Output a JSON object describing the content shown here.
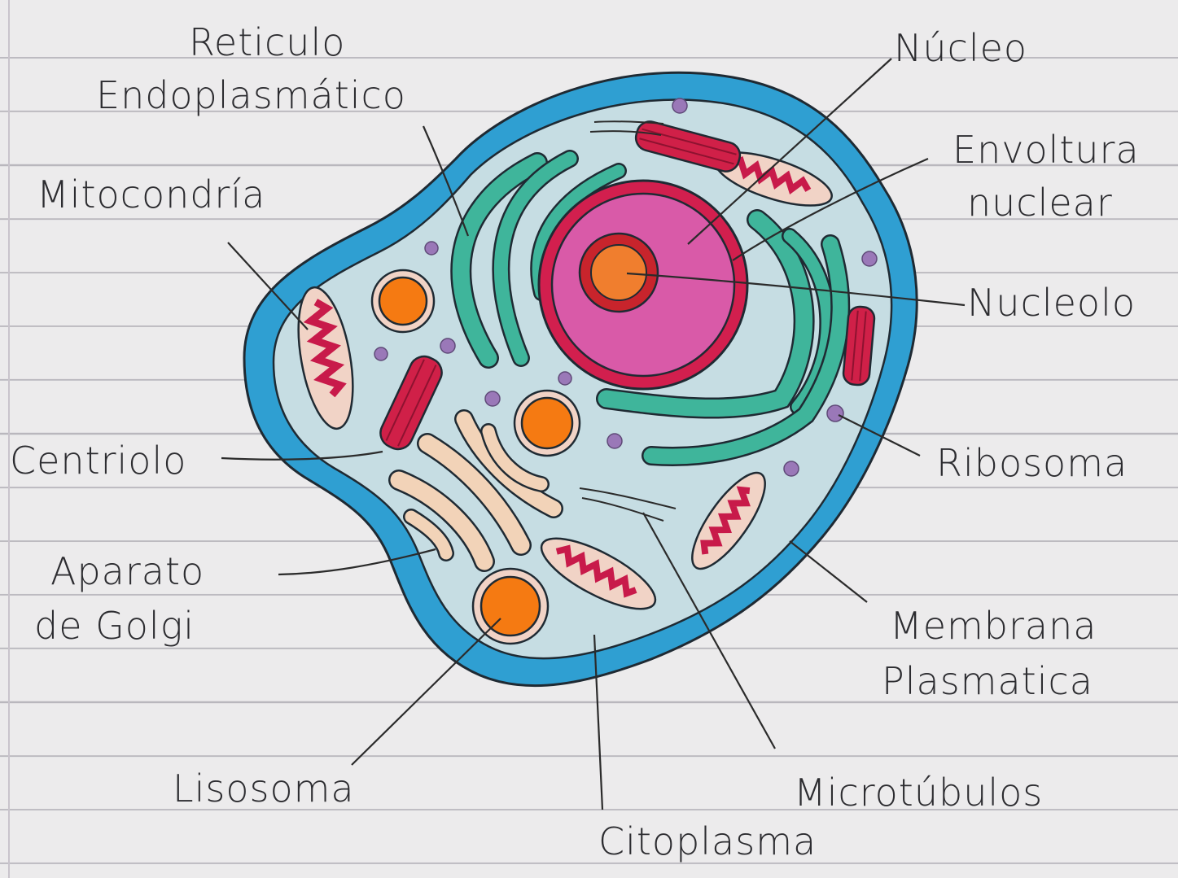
{
  "labels": {
    "reticulo_line1": "Reticulo",
    "reticulo_line2": "Endoplasmático",
    "mitocondria": "Mitocondría",
    "centriolo": "Centriolo",
    "aparato_line1": "Aparato",
    "aparato_line2": "de Golgi",
    "lisosoma": "Lisosoma",
    "citoplasma": "Citoplasma",
    "microtubulos": "Microtúbulos",
    "membrana_line1": "Membrana",
    "membrana_line2": "Plasmatica",
    "ribosoma": "Ribosoma",
    "nucleolo": "Nucleolo",
    "envoltura_line1": "Envoltura",
    "envoltura_line2": "nuclear",
    "nucleo": "Núcleo"
  },
  "colors": {
    "paper": "#ecebec",
    "rule_line": "#b9b7bd",
    "membrane": "#2f9fd2",
    "cytoplasm": "#c6dde3",
    "endoplasmic_reticulum": "#3fb59b",
    "nuclear_envelope": "#d21f4e",
    "nucleus": "#d95aa8",
    "nucleolus": "#f07e2e",
    "mitochondria_outer": "#f1d3c6",
    "mitochondria_inner": "#c81a4a",
    "golgi": "#f2d3b8",
    "lysosome": "#f57a12",
    "ribosome": "#9a78b8",
    "ink": "#2c2c30"
  }
}
